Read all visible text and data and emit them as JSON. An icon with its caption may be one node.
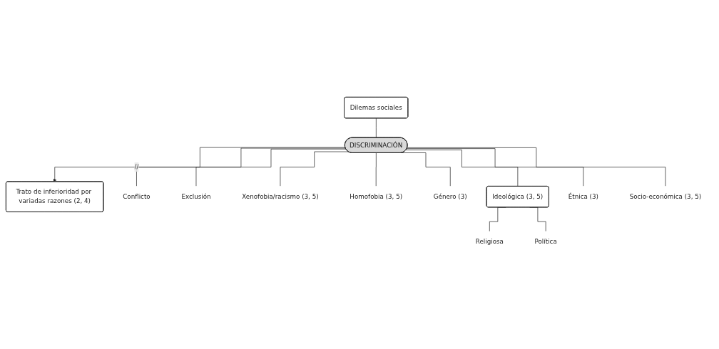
{
  "diagram": {
    "nodes": [
      {
        "text": [
          "Dilemas sociales"
        ]
      },
      {
        "text": [
          "DISCRIMINACIÓN"
        ]
      },
      {
        "text": [
          "Trato de inferioridad por variadas razones (2, 4)"
        ]
      },
      {
        "text": [
          "Conflicto"
        ]
      },
      {
        "text": [
          "Exclusión"
        ]
      },
      {
        "text": [
          "Xenofobia/racismo (3, 5)"
        ]
      },
      {
        "text": [
          "Homofobia (3, 5)"
        ]
      },
      {
        "text": [
          "Género (3)"
        ]
      },
      {
        "text": [
          "Ideológica (3, 5)"
        ]
      },
      {
        "text": [
          "Étnica (3)"
        ]
      },
      {
        "text": [
          "Socio-económica (3, 5)"
        ]
      },
      {
        "text": [
          "Religiosa"
        ]
      },
      {
        "text": [
          "Política"
        ]
      }
    ],
    "edges": [
      {
        "from": 0,
        "to": 1,
        "arrow": "none"
      },
      {
        "from": 1,
        "to": 2,
        "arrow": "to"
      },
      {
        "from": 1,
        "to": 3,
        "arrow": "none",
        "label": "//"
      },
      {
        "from": 1,
        "to": 4,
        "arrow": "none"
      },
      {
        "from": 1,
        "to": 5,
        "arrow": "none"
      },
      {
        "from": 1,
        "to": 6,
        "arrow": "none"
      },
      {
        "from": 1,
        "to": 7,
        "arrow": "none"
      },
      {
        "from": 1,
        "to": 8,
        "arrow": "none"
      },
      {
        "from": 1,
        "to": 9,
        "arrow": "none"
      },
      {
        "from": 1,
        "to": 10,
        "arrow": "none"
      },
      {
        "from": 8,
        "to": 11,
        "arrow": "none"
      },
      {
        "from": 8,
        "to": 12,
        "arrow": "none"
      }
    ]
  }
}
